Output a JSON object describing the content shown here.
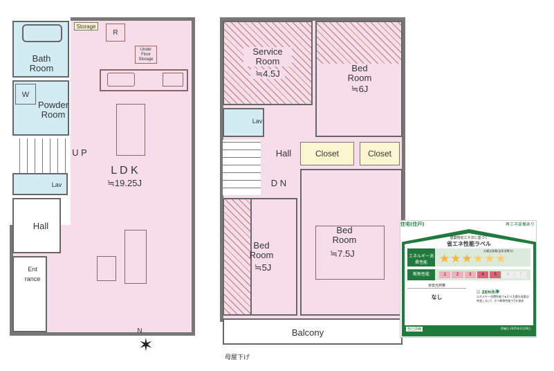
{
  "floor1": {
    "storage": "Storage",
    "refrigerator": "R",
    "under_floor": "Under Floor Storage",
    "washer": "W",
    "bath": "Bath Room",
    "powder": "Powder Room",
    "up": "U P",
    "ldk": "L D K",
    "ldk_size": "≒19.25J",
    "lav": "Lav",
    "hall": "Hall",
    "entrance": "Ent rance",
    "north": "N"
  },
  "floor2": {
    "service": "Service Room",
    "service_size": "≒4.5J",
    "bed1": "Bed Room",
    "bed1_size": "≒6J",
    "lav": "Lav",
    "hall": "Hall",
    "closet1": "Closet",
    "closet2": "Closet",
    "dn": "D N",
    "bed2": "Bed Room",
    "bed2_size": "≒5J",
    "bed3": "Bed Room",
    "bed3_size": "≒7.5J",
    "balcony": "Balcony",
    "roof_note": "母屋下げ"
  },
  "label": {
    "type": "住宅(住戸)",
    "renewable": "再エネ設備あり",
    "subtitle": "建築物省エネ法に基づく",
    "title": "省エネ性能ラベル",
    "energy": "エネルギー消費性能",
    "solar_note": "太陽光発電(自家消費)分",
    "stars": 6,
    "stars_base": 3,
    "insulation": "断熱性能",
    "levels": [
      "1",
      "2",
      "3",
      "4",
      "5",
      "6",
      "7"
    ],
    "insulation_level": 5,
    "cost_title": "目安光熱費",
    "cost": "なし",
    "zeh": "ZEH水準",
    "zeh_note": "エネルギー消費性能で★3つ(太陽光発電は考慮しない)、かつ断熱性能で5を達成",
    "self": "自己評価",
    "date": "評価日 2025年1月28日",
    "colors": {
      "green": "#1f7a3b",
      "pink": "#d9667a",
      "star": "#f2b632"
    }
  }
}
